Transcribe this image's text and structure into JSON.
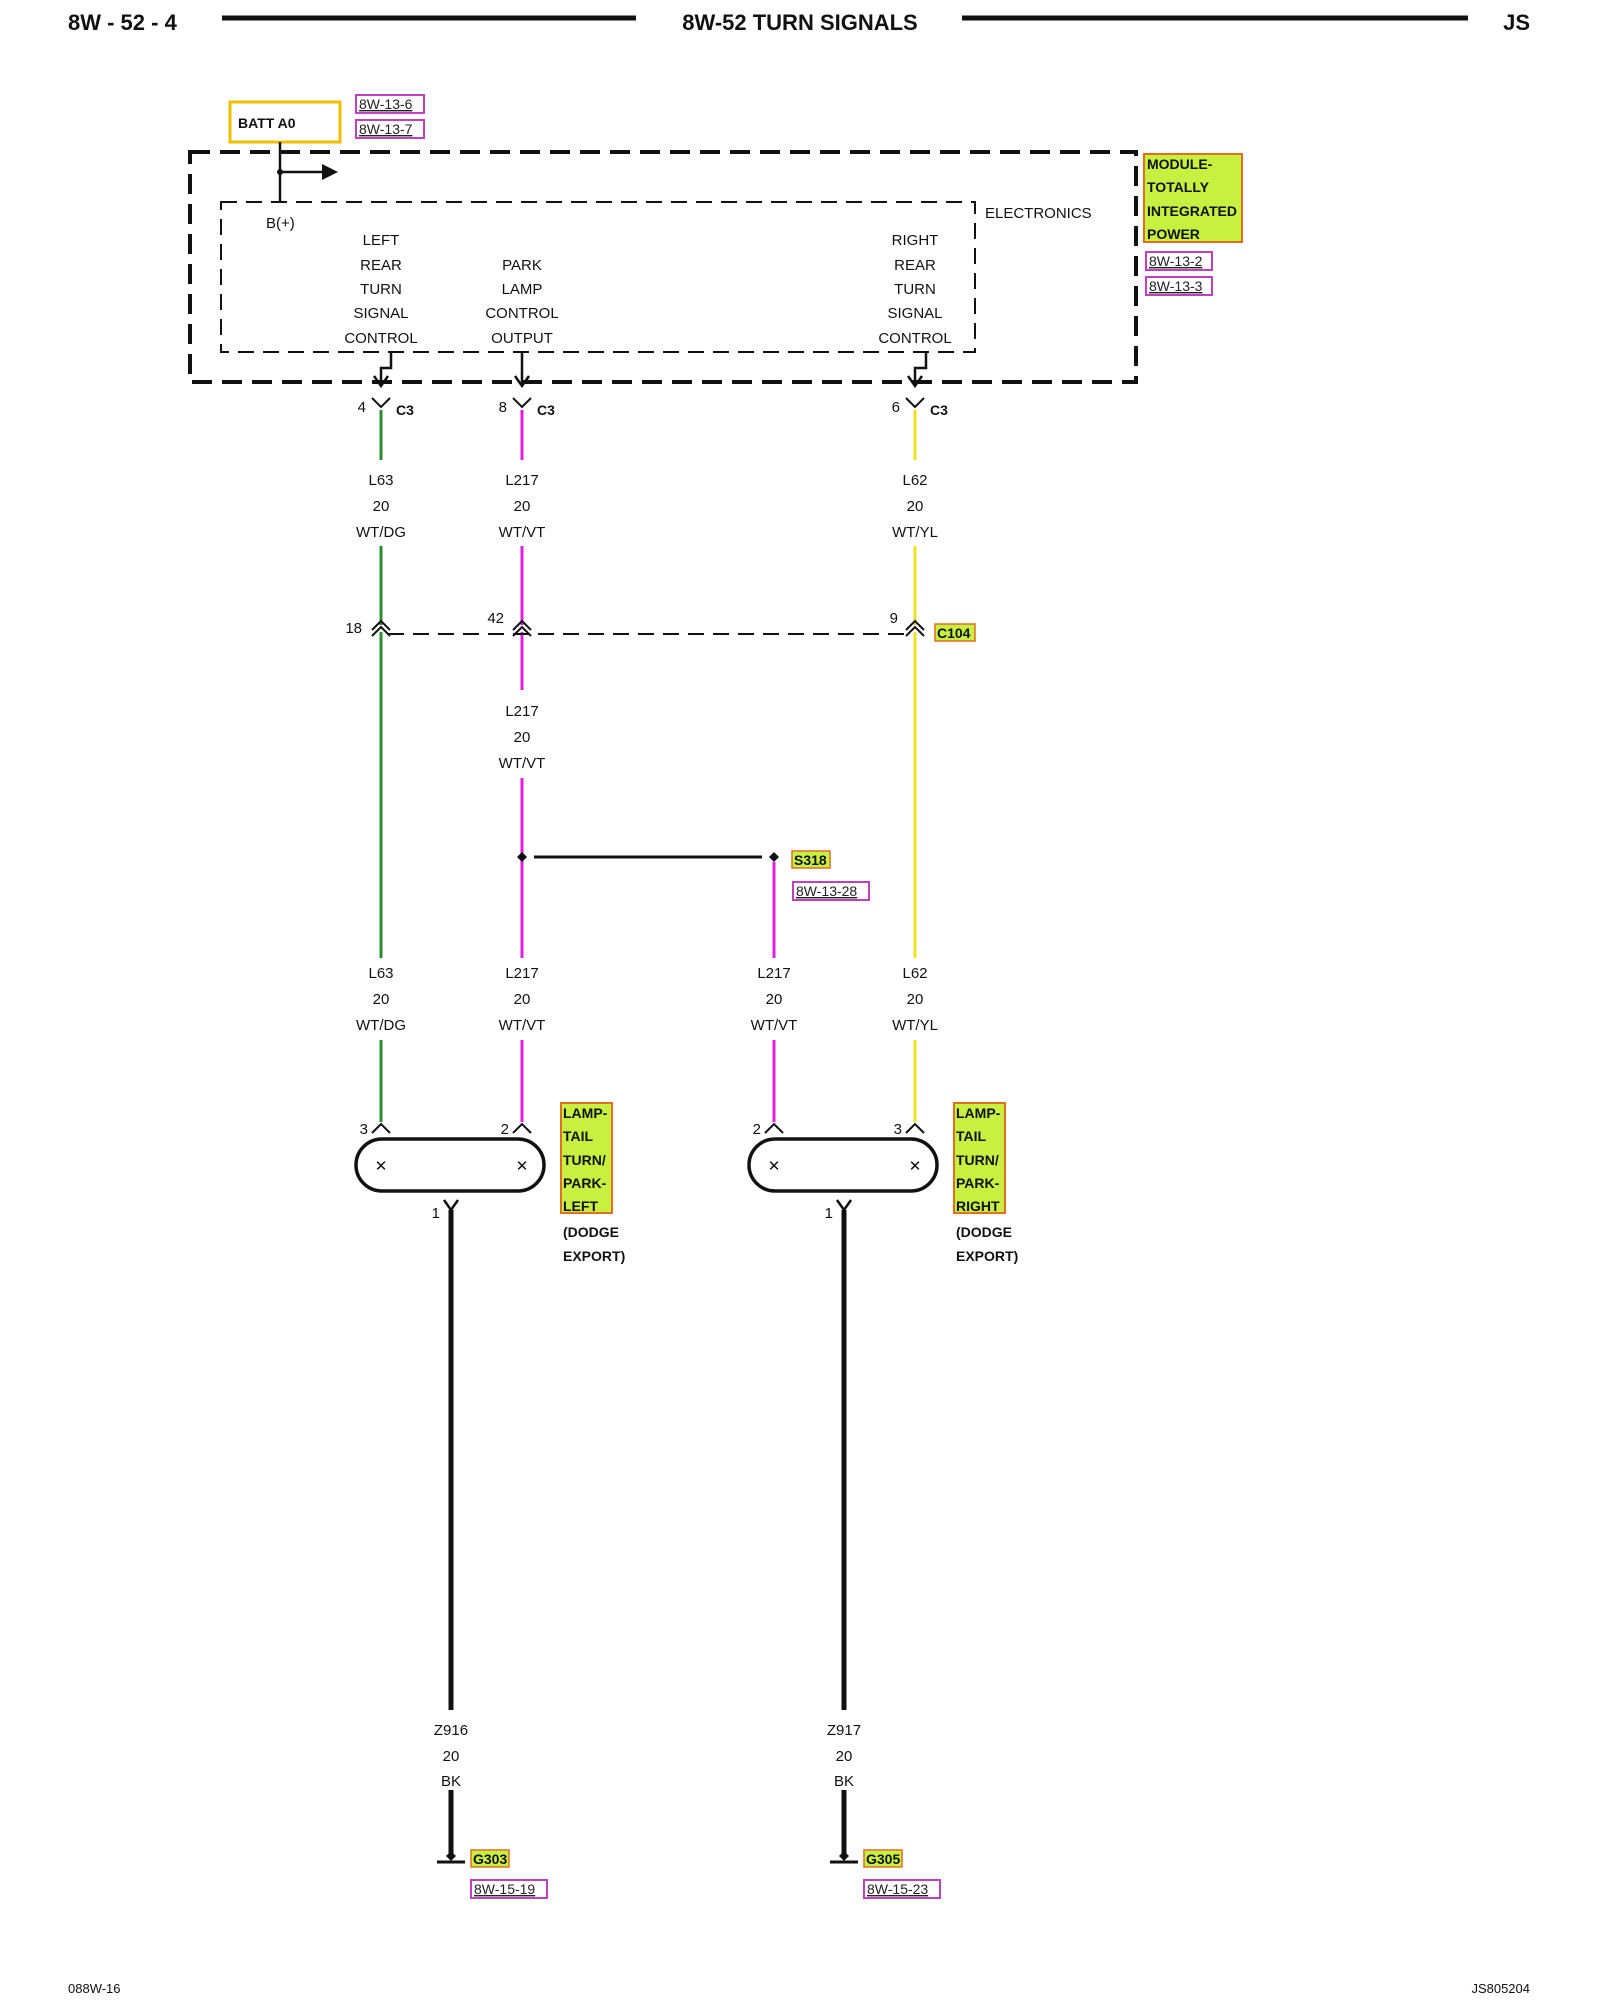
{
  "header": {
    "left": "8W - 52 - 4",
    "center": "8W-52 TURN SIGNALS",
    "right": "JS"
  },
  "footer": {
    "left": "088W-16",
    "right": "JS805204"
  },
  "battery": {
    "label": "BATT A0",
    "refs": [
      "8W-13-6",
      "8W-13-7"
    ],
    "bplus": "B(+)"
  },
  "module": {
    "name_lines": [
      "MODULE-",
      "TOTALLY",
      "INTEGRATED",
      "POWER"
    ],
    "section": "ELECTRONICS",
    "refs": [
      "8W-13-2",
      "8W-13-3"
    ],
    "outputs": [
      {
        "lines": [
          "LEFT",
          "REAR",
          "TURN",
          "SIGNAL",
          "CONTROL"
        ]
      },
      {
        "lines": [
          "PARK",
          "LAMP",
          "CONTROL",
          "OUTPUT"
        ]
      },
      {
        "lines": [
          "RIGHT",
          "REAR",
          "TURN",
          "SIGNAL",
          "CONTROL"
        ]
      }
    ]
  },
  "connector_c3": {
    "name": "C3",
    "pins": [
      "4",
      "8",
      "6"
    ]
  },
  "connector_c104": {
    "name": "C104",
    "pins": [
      "18",
      "42",
      "9"
    ]
  },
  "splice": {
    "name": "S318",
    "ref": "8W-13-28"
  },
  "wires_upper": [
    {
      "circuit": "L63",
      "gauge": "20",
      "color": "WT/DG"
    },
    {
      "circuit": "L217",
      "gauge": "20",
      "color": "WT/VT"
    },
    {
      "circuit": "L62",
      "gauge": "20",
      "color": "WT/YL"
    }
  ],
  "wire_mid": {
    "circuit": "L217",
    "gauge": "20",
    "color": "WT/VT"
  },
  "wires_lower": [
    {
      "circuit": "L63",
      "gauge": "20",
      "color": "WT/DG"
    },
    {
      "circuit": "L217",
      "gauge": "20",
      "color": "WT/VT"
    },
    {
      "circuit": "L217",
      "gauge": "20",
      "color": "WT/VT"
    },
    {
      "circuit": "L62",
      "gauge": "20",
      "color": "WT/YL"
    }
  ],
  "lamps": [
    {
      "name_lines": [
        "LAMP-",
        "TAIL",
        "TURN/",
        "PARK-",
        "LEFT"
      ],
      "note_lines": [
        "(DODGE",
        "EXPORT)"
      ],
      "pins": [
        "3",
        "2",
        "1"
      ]
    },
    {
      "name_lines": [
        "LAMP-",
        "TAIL",
        "TURN/",
        "PARK-",
        "RIGHT"
      ],
      "note_lines": [
        "(DODGE",
        "EXPORT)"
      ],
      "pins": [
        "2",
        "3",
        "1"
      ]
    }
  ],
  "grounds": [
    {
      "circuit": "Z916",
      "gauge": "20",
      "color": "BK",
      "name": "G303",
      "ref": "8W-15-19"
    },
    {
      "circuit": "Z917",
      "gauge": "20",
      "color": "BK",
      "name": "G305",
      "ref": "8W-15-23"
    }
  ],
  "wire_colors": {
    "green": "#2e8b2e",
    "violet": "#e020e0",
    "yellow": "#f0e020",
    "black": "#111111"
  },
  "highlight_colors": {
    "tag_fill": "#c8f040",
    "tag_border": "#e07020",
    "ref_border": "#c040c0",
    "batt_border": "#f0c000"
  }
}
